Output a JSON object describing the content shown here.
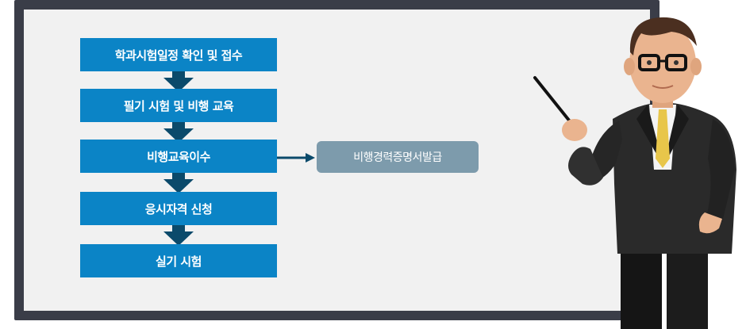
{
  "flow": {
    "steps": [
      "학과시험일정 확인 및 접수",
      "필기 시험 및 비행 교육",
      "비행교육이수",
      "응시자격 신청",
      "실기 시험"
    ],
    "side_note": "비행경력증명서발급"
  },
  "colors": {
    "step": "#0b84c6",
    "arrow": "#0b4a6b",
    "side_box": "#7d9bac",
    "board": "#f1f1f1",
    "frame": "#3a3d48"
  },
  "icons": {
    "arrow": "arrow-down-icon",
    "connector": "arrow-right-icon",
    "presenter": "teacher-illustration"
  }
}
